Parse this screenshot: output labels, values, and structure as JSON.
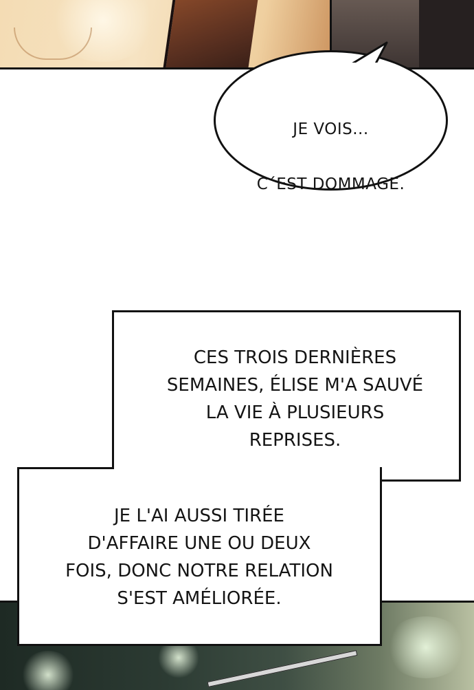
{
  "bubble": {
    "lines": [
      "JE VOIS...",
      "C´EST DOMMAGE."
    ]
  },
  "narration_upper": {
    "lines": [
      "CES TROIS DERNIÈRES",
      "SEMAINES, ÉLISE M'A SAUVÉ",
      "LA VIE À PLUSIEURS",
      "REPRISES."
    ]
  },
  "narration_lower": {
    "lines": [
      "JE L'AI AUSSI TIRÉE",
      "D'AFFAIRE UNE OU DEUX",
      "FOIS, DONC NOTRE RELATION",
      "S'EST AMÉLIORÉE."
    ]
  },
  "colors": {
    "ink": "#141414",
    "border": "#111111",
    "paper": "#ffffff"
  }
}
